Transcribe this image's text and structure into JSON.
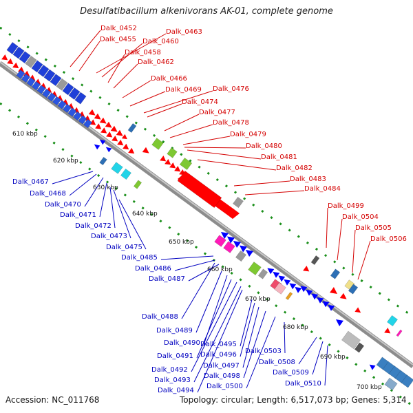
{
  "title": "Desulfatibacillum alkenivorans AK-01, complete genome",
  "footer": {
    "accession": "Accession: NC_011768",
    "info": "Topology: circular; Length: 6,517,073 bp; Genes: 5,314"
  },
  "ticks": [
    "610 kbp",
    "620 kbp",
    "630 kbp",
    "640 kbp",
    "650 kbp",
    "660 kbp",
    "670 kbp",
    "680 kbp",
    "690 kbp",
    "700 kbp"
  ],
  "labels_top": [
    "Dalk_0455",
    "Dalk_0452",
    "Dalk_0463",
    "Dalk_0460",
    "Dalk_0458",
    "Dalk_0462",
    "Dalk_0466",
    "Dalk_0469",
    "Dalk_0476",
    "Dalk_0474",
    "Dalk_0477",
    "Dalk_0478",
    "Dalk_0479",
    "Dalk_0480",
    "Dalk_0481",
    "Dalk_0482",
    "Dalk_0483",
    "Dalk_0484",
    "Dalk_0499",
    "Dalk_0504",
    "Dalk_0505",
    "Dalk_0506"
  ],
  "labels_bottom": [
    "Dalk_0467",
    "Dalk_0468",
    "Dalk_0470",
    "Dalk_0471",
    "Dalk_0472",
    "Dalk_0473",
    "Dalk_0475",
    "Dalk_0485",
    "Dalk_0486",
    "Dalk_0487",
    "Dalk_0488",
    "Dalk_0489",
    "Dalk_0490",
    "Dalk_0491",
    "Dalk_0495",
    "Dalk_0496",
    "Dalk_0492",
    "Dalk_0497",
    "Dalk_0493",
    "Dalk_0498",
    "Dalk_0494",
    "Dalk_0500",
    "Dalk_0503",
    "Dalk_0508",
    "Dalk_0509",
    "Dalk_0510"
  ],
  "colors": {
    "plus_strand": "#ff0000",
    "minus_strand": "#0000ff",
    "backbone": "#8c8c8c",
    "gc_dots": "#1a8f1a",
    "cds_blue": "#2d6fb5",
    "cds_green": "#7ec832",
    "cds_cyan": "#22d4e8",
    "cds_grey": "#9a9a9a",
    "cds_magenta": "#ff1ab8"
  }
}
